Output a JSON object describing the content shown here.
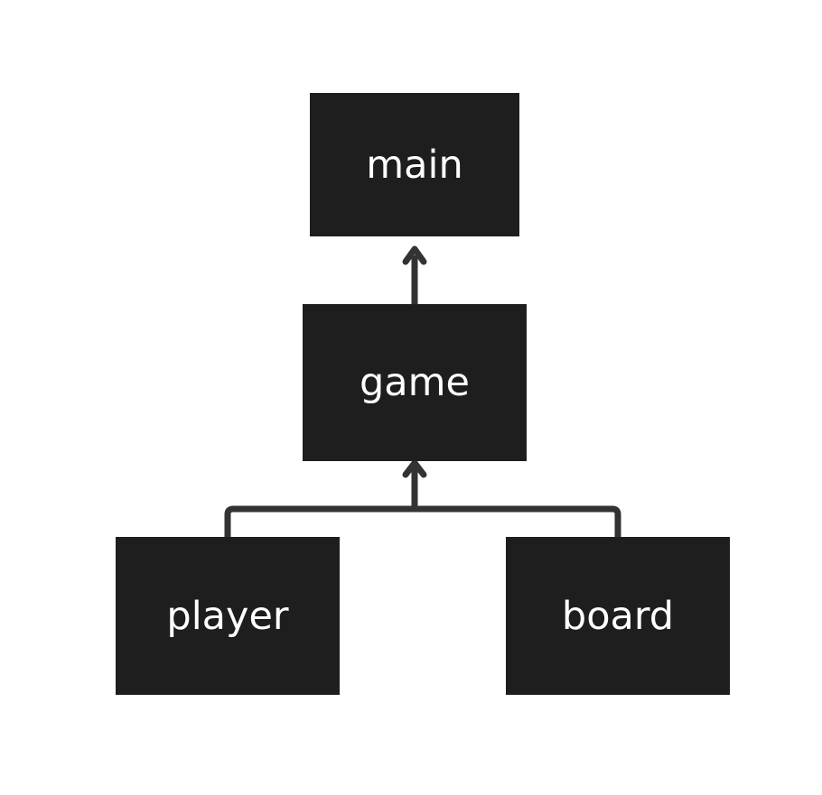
{
  "diagram": {
    "nodes": {
      "main": {
        "label": "main"
      },
      "game": {
        "label": "game"
      },
      "player": {
        "label": "player"
      },
      "board": {
        "label": "board"
      }
    },
    "edges": [
      {
        "from": "game",
        "to": "main"
      },
      {
        "from": "player",
        "to": "game"
      },
      {
        "from": "board",
        "to": "game"
      }
    ],
    "colors": {
      "node_fill": "#1e1e1e",
      "node_text": "#ffffff",
      "connector": "#333333",
      "background": "#ffffff"
    }
  }
}
